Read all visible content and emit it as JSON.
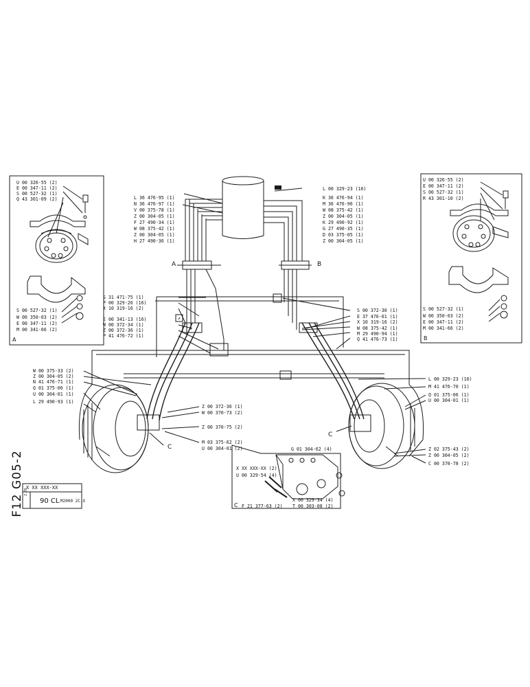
{
  "sheet": {
    "code": "F12 G05-2",
    "part_no": "X XX XXX-XX",
    "small_number": "2.76",
    "model": "90 CL",
    "model_detail": "M2000 2C.X"
  },
  "panel_a": {
    "letter": "A",
    "top_labels": [
      "U 00 326-55 (2)",
      "E 00 347-11 (2)",
      "S 00 527-32 (1)",
      "Q 43 301-09 (2)"
    ],
    "bottom_labels": [
      "S 00 527-32 (1)",
      "W 00 350-03 (2)",
      "E 00 347-11 (2)",
      "M 00 341-66 (2)"
    ]
  },
  "panel_b": {
    "letter": "B",
    "top_labels": [
      "U 00 326-55 (2)",
      "E 00 347-11 (2)",
      "S 00 527-32 (1)",
      "R 43 301-10 (2)"
    ],
    "bottom_labels": [
      "S 00 527-32 (1)",
      "W 00 350-03 (2)",
      "E 00 347-11 (2)",
      "M 00 341-66 (2)"
    ]
  },
  "center_left_labels": [
    "L 36 476-95 (1)",
    "N 36 476-97 (1)",
    "V 00 375-78 (1)",
    "Z 00 304-05 (1)",
    "F 27 490-34 (1)",
    "W 08 375-42 (1)",
    "Z 00 304-05 (1)",
    "H 27 490-36 (1)"
  ],
  "center_right_labels": [
    "L 00 329-23 (16)",
    "K 36 476-94 (1)",
    "M 36 476-96 (1)",
    "W 08 375-42 (1)",
    "Z 00 304-05 (1)",
    "K 29 490-92 (1)",
    "G 27 490-35 (1)",
    "D 03 375-05 (1)",
    "Z 00 304-05 (1)"
  ],
  "section_markers": {
    "a": "A",
    "b": "B"
  },
  "mid_left_labels": [
    "S 31 471-75 (1)",
    "P 00 329-26 (16)",
    "X 10 319-16 (2)",
    "E 00 341-13 (16)",
    "W 00 372-34 (1)",
    "Z 00 372-36 (1)",
    "P 41 476-72 (1)"
  ],
  "mid_right_labels": [
    "S 00 372-30 (1)",
    "E 37 476-01 (1)",
    "X 10 319-16 (2)",
    "W 08 375-42 (1)",
    "M 29 490-94 (1)",
    "Q 41 476-73 (1)"
  ],
  "lower_left_labels": [
    "W 00 375-33 (2)",
    "Z 00 304-05 (2)",
    "N 41 476-71 (1)",
    "Q 01 375-06 (1)",
    "U 00 304-01 (1)",
    "L 29 490-93 (1)"
  ],
  "lower_right_labels": [
    "L 00 329-23 (16)",
    "M 41 476-70 (1)",
    "Q 01 375-06 (1)",
    "U 00 304-01 (1)"
  ],
  "center_lower_labels": [
    "Z 00 372-36 (1)",
    "W 00 370-73 (2)",
    "Z 00 370-75 (2)",
    "M 03 375-62 (2)",
    "U 00 304-01 (2)"
  ],
  "far_right_labels": [
    "Z 02 375-43 (2)",
    "Z 00 304-05 (2)",
    "C 00 370-78 (2)"
  ],
  "callout_c": {
    "marker_left": "C",
    "marker_right": "C",
    "letter": "C",
    "labels": [
      "G 01 304-62 (4)",
      "X XX XXX-XX (2)",
      "U 00 329-54 (4)",
      "X 00 329-34 (4)",
      "T 00 303-08 (2)",
      "F 21 377-63 (2)"
    ]
  }
}
